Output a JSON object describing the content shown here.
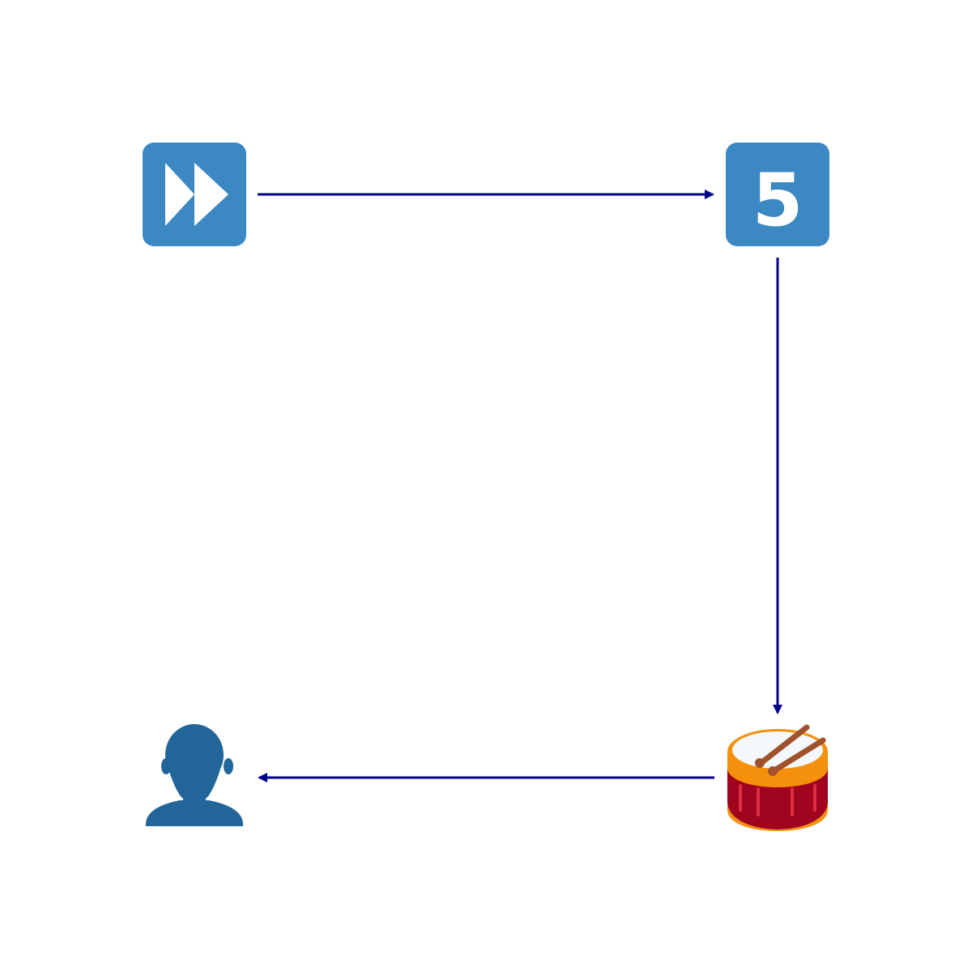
{
  "colors": {
    "background": "#ffffff",
    "arrow": "#00008b",
    "tile_blue": "#3b88c3",
    "tile_glyph": "#ffffff",
    "person": "#226699",
    "drum_body": "#a0041e",
    "drum_rim": "#f4900c",
    "drum_head": "#f5f8fa",
    "drum_stick": "#a0522d",
    "drum_accent": "#dd2e44"
  },
  "nodes": [
    {
      "id": "fast-forward",
      "icon": "fast-forward-button-icon"
    },
    {
      "id": "five",
      "icon": "keycap-five-icon",
      "label": "5"
    },
    {
      "id": "drum",
      "icon": "drum-icon"
    },
    {
      "id": "person",
      "icon": "bust-silhouette-icon"
    }
  ],
  "edges": [
    {
      "from": "fast-forward",
      "to": "five"
    },
    {
      "from": "five",
      "to": "drum"
    },
    {
      "from": "drum",
      "to": "person"
    }
  ]
}
